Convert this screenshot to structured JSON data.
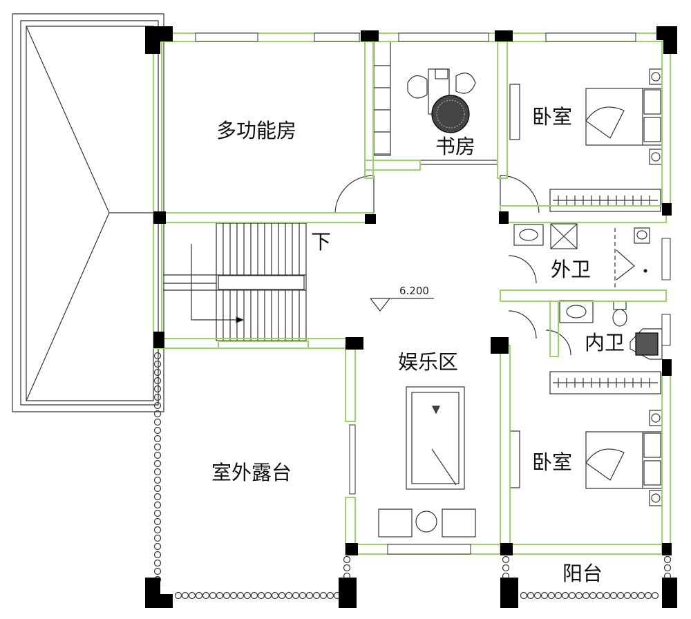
{
  "rooms": {
    "multifunction": "多功能房",
    "study": "书房",
    "bedroom_top": "卧室",
    "outer_bath": "外卫",
    "inner_bath": "内卫",
    "entertainment": "娱乐区",
    "terrace": "室外露台",
    "bedroom_bottom": "卧室",
    "balcony": "阳台"
  },
  "stairs": {
    "direction": "下"
  },
  "elevation": {
    "value": "6.200"
  },
  "colors": {
    "wall": "#9bd36a",
    "line": "#333333",
    "column": "#000000"
  }
}
